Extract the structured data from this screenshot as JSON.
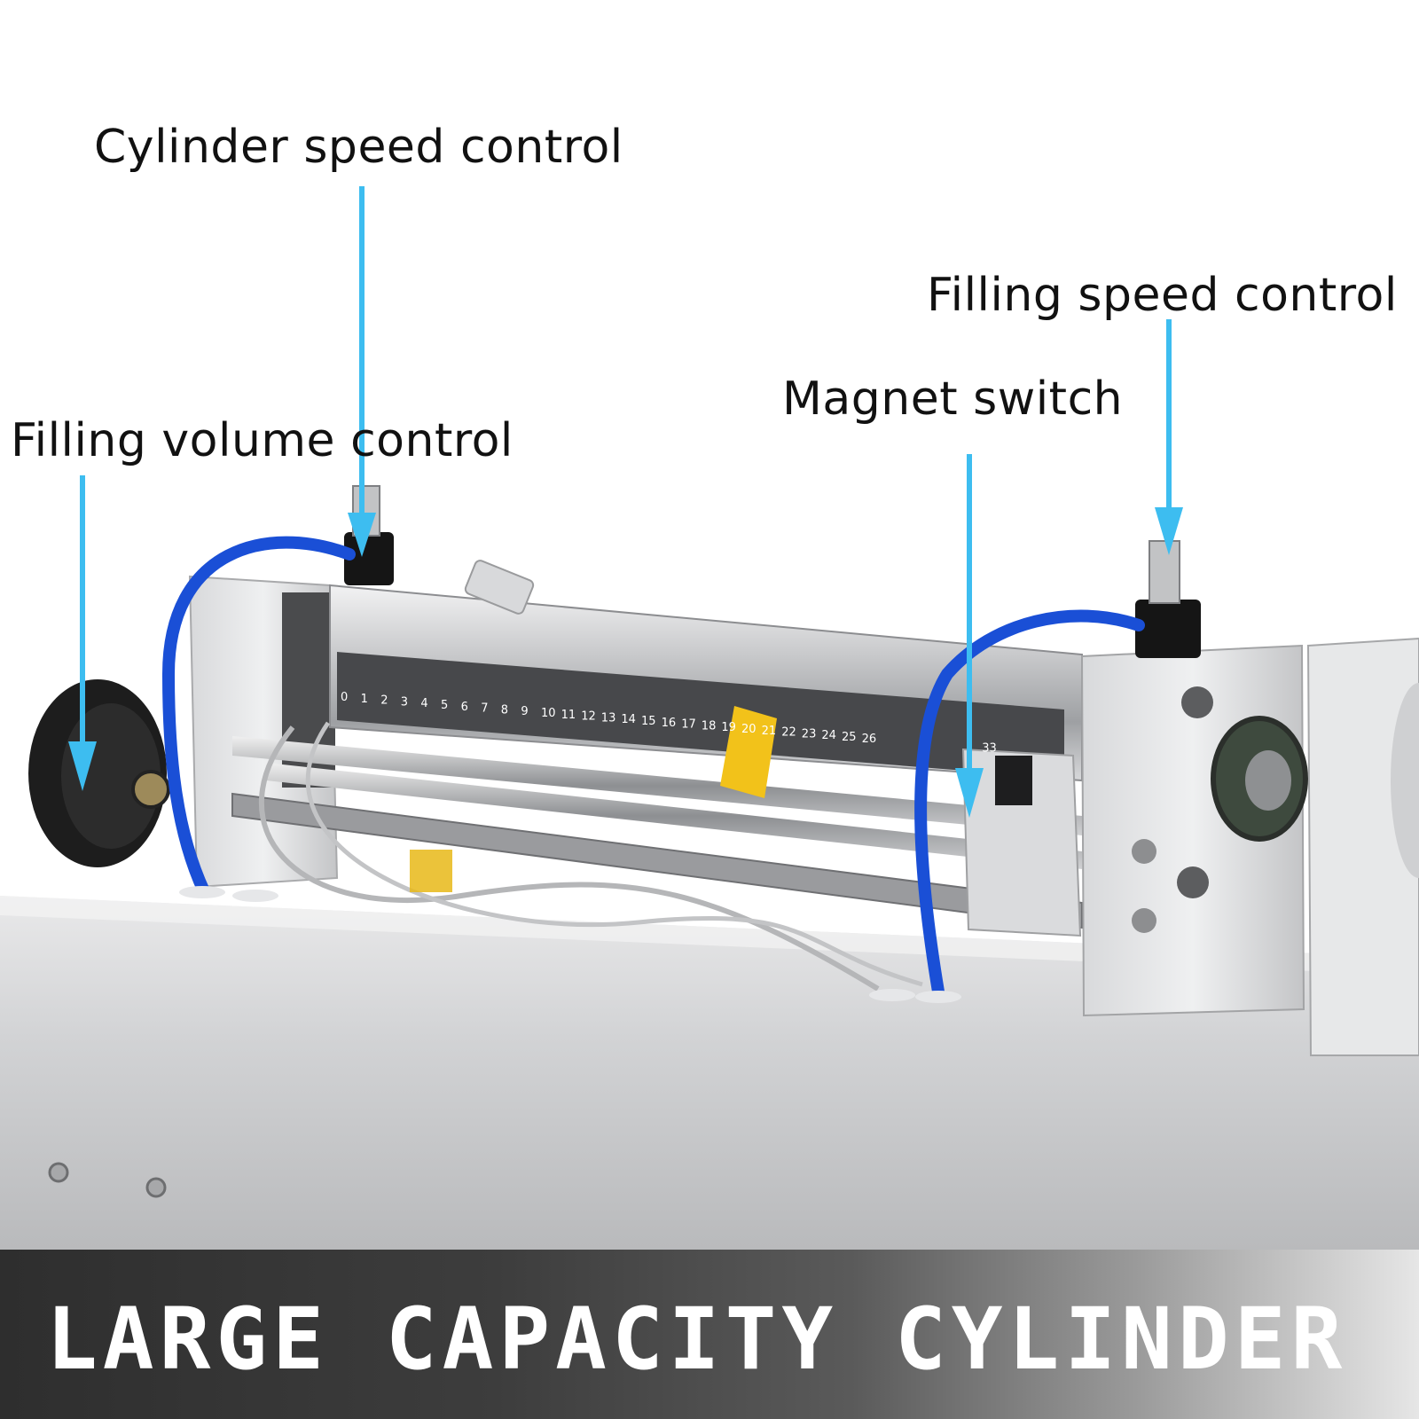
{
  "callouts": {
    "cylinder_speed": "Cylinder speed control",
    "filling_speed": "Filling speed control",
    "magnet_switch": "Magnet switch",
    "filling_volume": "Filling volume control"
  },
  "banner": {
    "title": "LARGE CAPACITY CYLINDER"
  },
  "scale": {
    "numbers": [
      "0",
      "1",
      "2",
      "3",
      "4",
      "5",
      "6",
      "7",
      "8",
      "9",
      "10",
      "11",
      "12",
      "13",
      "14",
      "15",
      "16",
      "17",
      "18",
      "19",
      "20",
      "21",
      "22",
      "23",
      "24",
      "25",
      "26",
      "33"
    ]
  },
  "colors": {
    "arrow": "#3dbdf0",
    "tube": "#1a4fd6",
    "banner_dark": "#2e2e2e",
    "metal": "#c8c9cb"
  }
}
